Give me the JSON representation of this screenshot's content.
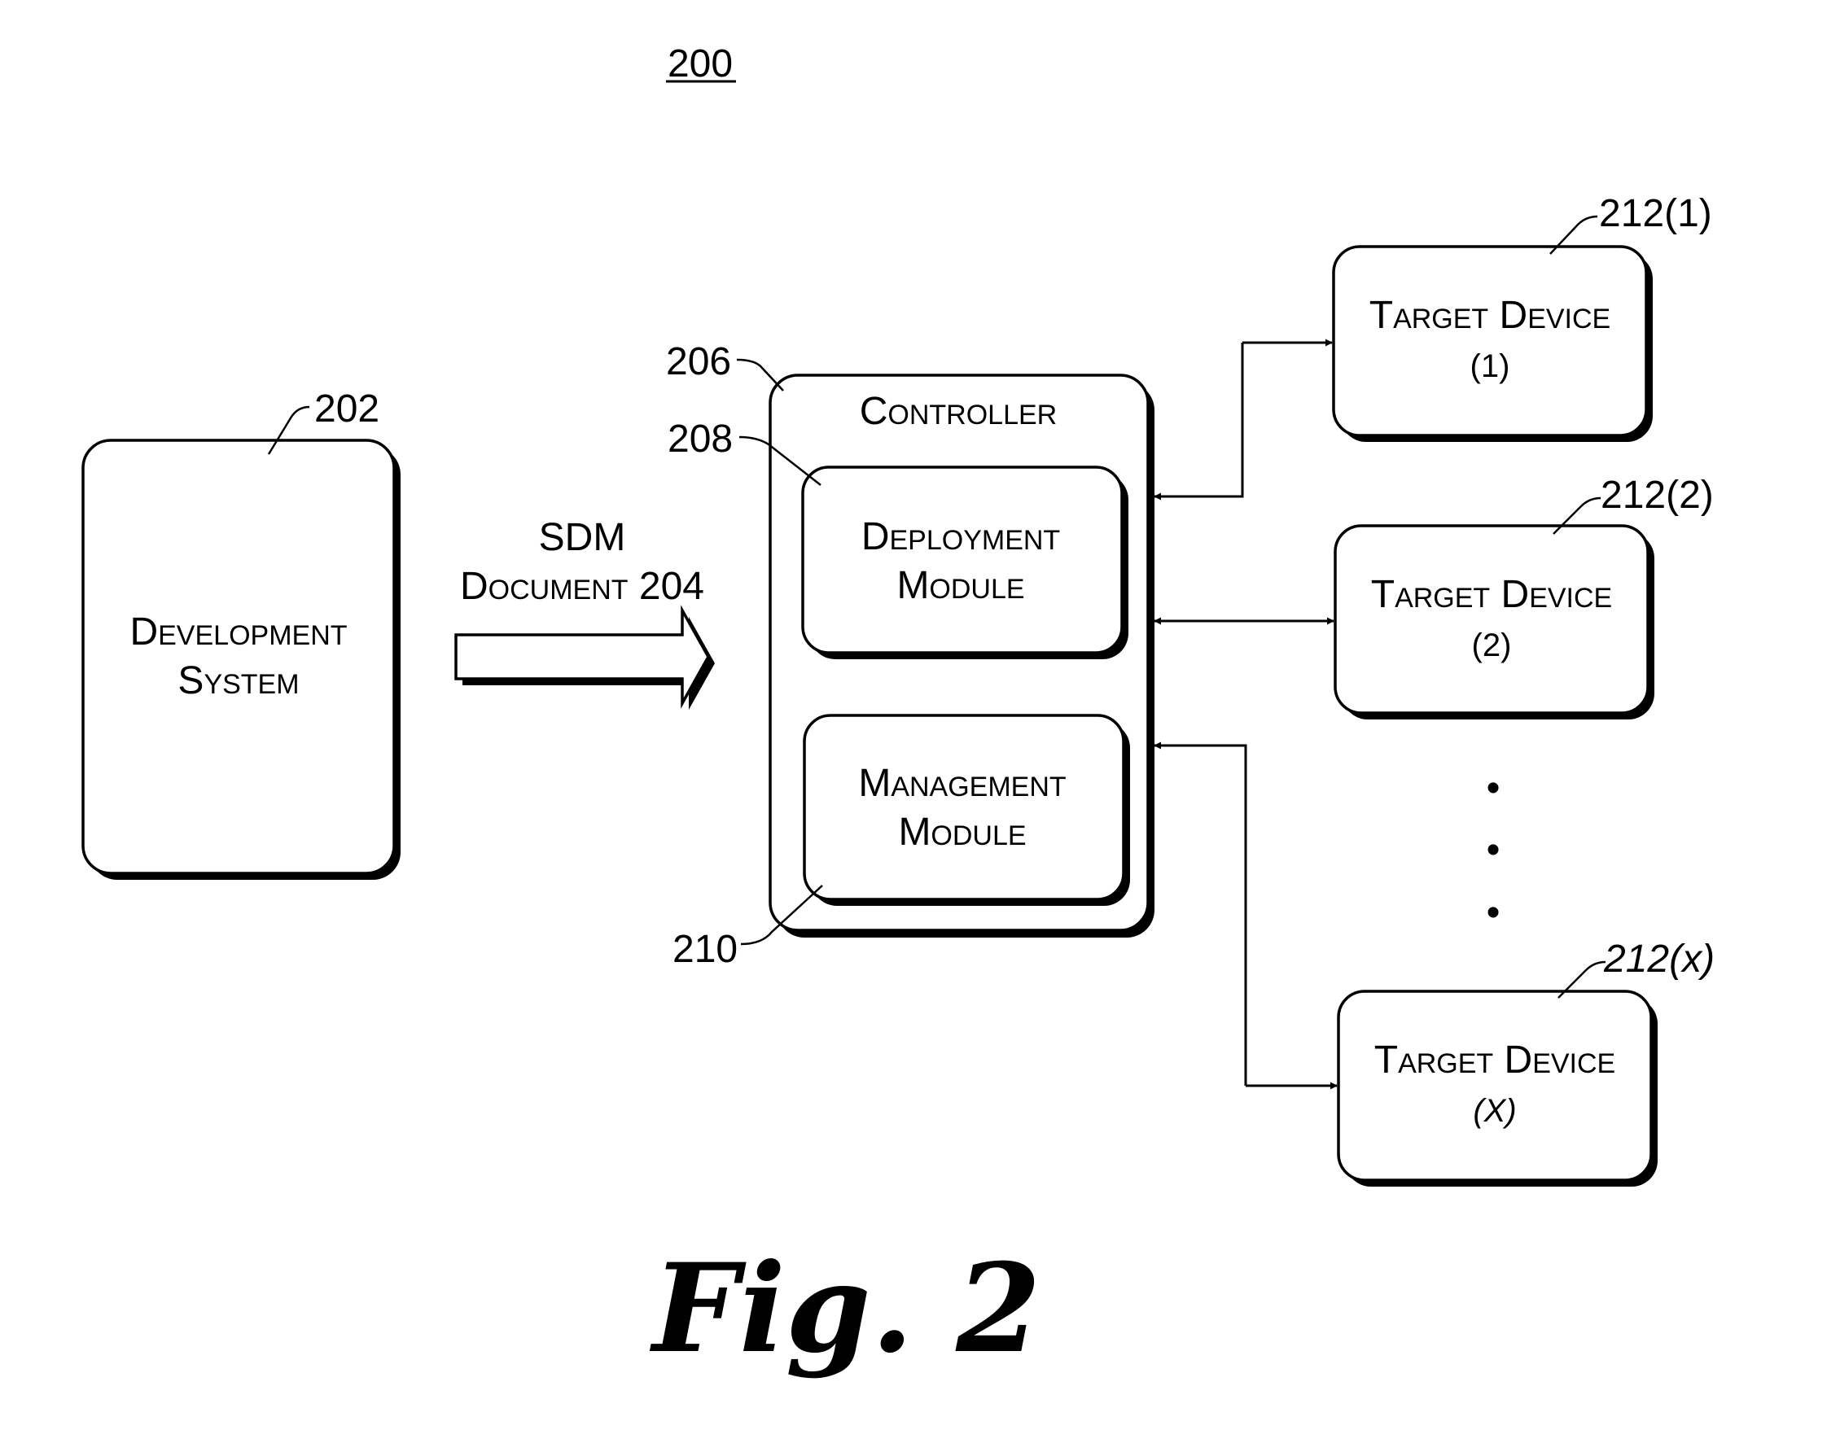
{
  "figure_number": "200",
  "figure_caption": "Fig. 2",
  "development_system": {
    "ref": "202",
    "line1": "Development",
    "line2": "System"
  },
  "sdm_document": {
    "line1": "SDM",
    "line2": "Document 204"
  },
  "controller": {
    "ref": "206",
    "title": "Controller"
  },
  "deployment_module": {
    "ref": "208",
    "line1": "Deployment",
    "line2": "Module"
  },
  "management_module": {
    "ref": "210",
    "line1": "Management",
    "line2": "Module"
  },
  "target_devices": [
    {
      "ref": "212(1)",
      "title": "Target Device",
      "sub": "(1)"
    },
    {
      "ref": "212(2)",
      "title": "Target Device",
      "sub": "(2)"
    },
    {
      "ref": "212(x)",
      "title": "Target Device",
      "sub": "(X)"
    }
  ],
  "ellipsis": "•"
}
